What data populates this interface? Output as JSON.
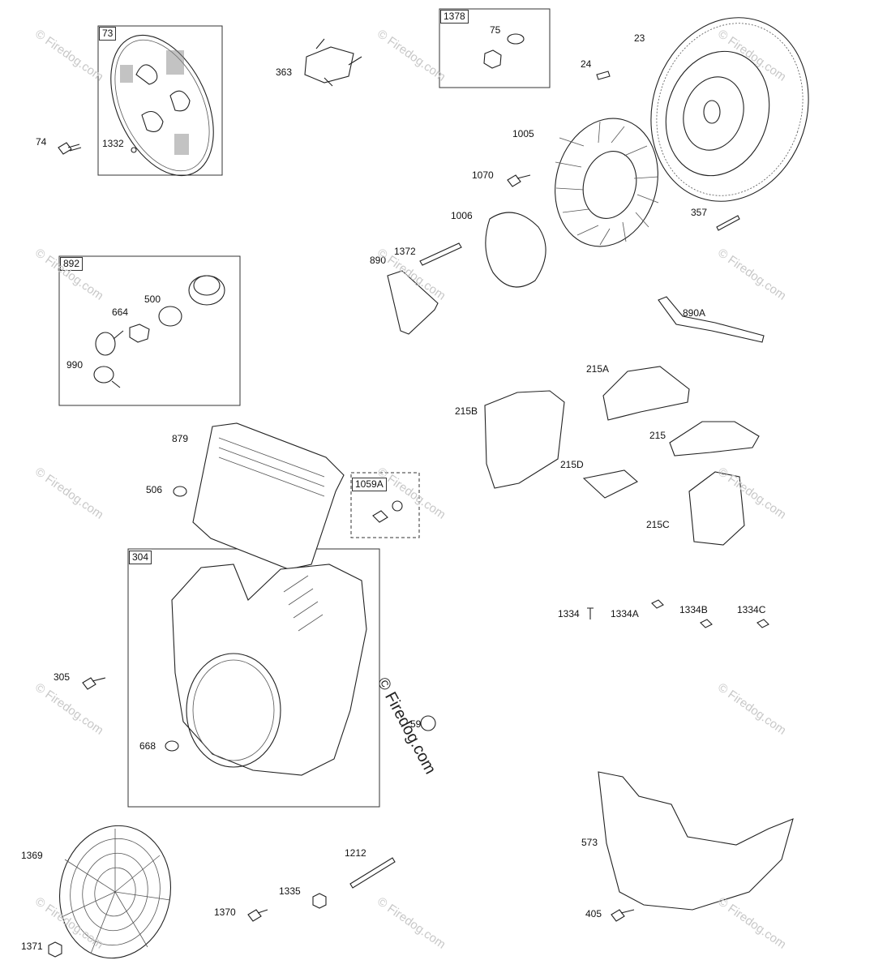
{
  "watermark": {
    "text": "© Firedog.com"
  },
  "box_labels": {
    "b73": "73",
    "b1378": "1378",
    "b892": "892",
    "b1059a": "1059A",
    "b304": "304"
  },
  "parts": {
    "p73": "73",
    "p74": "74",
    "p1332": "1332",
    "p363": "363",
    "p1378": "1378",
    "p75": "75",
    "p24": "24",
    "p23": "23",
    "p1005": "1005",
    "p1070": "1070",
    "p1006": "1006",
    "p357": "357",
    "p1372": "1372",
    "p890": "890",
    "p890a": "890A",
    "p892": "892",
    "p500": "500",
    "p664": "664",
    "p990": "990",
    "p215a": "215A",
    "p215b": "215B",
    "p215": "215",
    "p215d": "215D",
    "p215c": "215C",
    "p879": "879",
    "p506": "506",
    "p1059a": "1059A",
    "p304": "304",
    "p1334": "1334",
    "p1334a": "1334A",
    "p1334b": "1334B",
    "p1334c": "1334C",
    "p305": "305",
    "p668": "668",
    "p59": "59",
    "p573": "573",
    "p1369": "1369",
    "p1212": "1212",
    "p1335": "1335",
    "p1370": "1370",
    "p405": "405",
    "p1371": "1371"
  }
}
